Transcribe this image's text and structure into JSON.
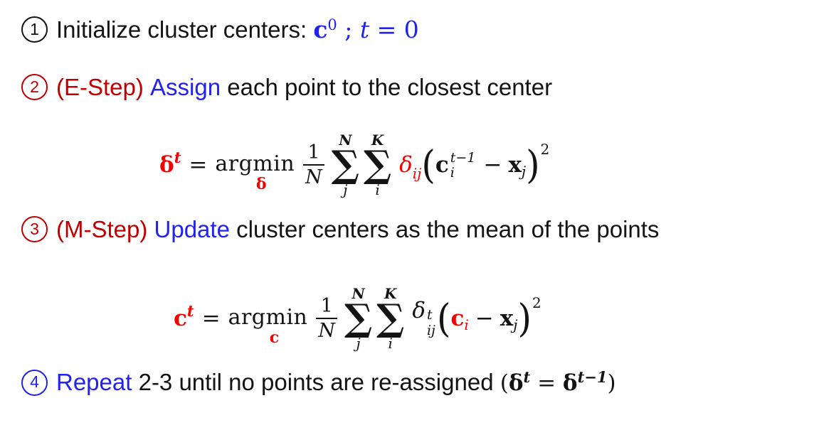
{
  "colors": {
    "blue": "#2222ee",
    "darkred": "#c00000",
    "red": "#f80000",
    "ink": "#141414"
  },
  "steps": [
    {
      "num": "1",
      "text": "Initialize cluster centers: ",
      "math_c": "c",
      "math_c_sup": "0",
      "math_semi": " ; ",
      "math_t": "t",
      "math_eq": " = 0"
    },
    {
      "num": "2",
      "prefix": "(E-Step) ",
      "verb": "Assign",
      "rest": " each point to the closest center"
    },
    {
      "num": "3",
      "prefix": "(M-Step) ",
      "verb": "Update",
      "rest": " cluster centers as the mean of the points"
    },
    {
      "num": "4",
      "verb": "Repeat",
      "rest": " 2-3 until no points are re-assigned ",
      "open": "(",
      "d1": "δ",
      "d1_sup": "t",
      "eq": " = ",
      "d2": "δ",
      "d2_sup": "t−1",
      "close": ")"
    }
  ],
  "formula1": {
    "lhs": "δ",
    "lhs_sup": "t",
    "eq": "=",
    "op": "argmin",
    "op_sub": "δ",
    "frac_num": "1",
    "frac_den": "N",
    "sum1_top": "N",
    "sum1_sym": "∑",
    "sum1_bot": "j",
    "sum2_top": "K",
    "sum2_sym": "∑",
    "sum2_bot": "i",
    "coef": "δ",
    "coef_sub": "ij",
    "open": "(",
    "c": "c",
    "c_sup": "t−1",
    "c_sub": "i",
    "minus": "−",
    "x": "x",
    "x_sub": "j",
    "close": ")",
    "power": "2"
  },
  "formula2": {
    "lhs": "c",
    "lhs_sup": "t",
    "eq": "=",
    "op": "argmin",
    "op_sub": "c",
    "frac_num": "1",
    "frac_den": "N",
    "sum1_top": "N",
    "sum1_sym": "∑",
    "sum1_bot": "j",
    "sum2_top": "K",
    "sum2_sym": "∑",
    "sum2_bot": "i",
    "coef": "δ",
    "coef_sup": "t",
    "coef_sub": "ij",
    "open": "(",
    "c2": "c",
    "c2_sub": "i",
    "minus": "−",
    "x": "x",
    "x_sub": "j",
    "close": ")",
    "power": "2"
  }
}
